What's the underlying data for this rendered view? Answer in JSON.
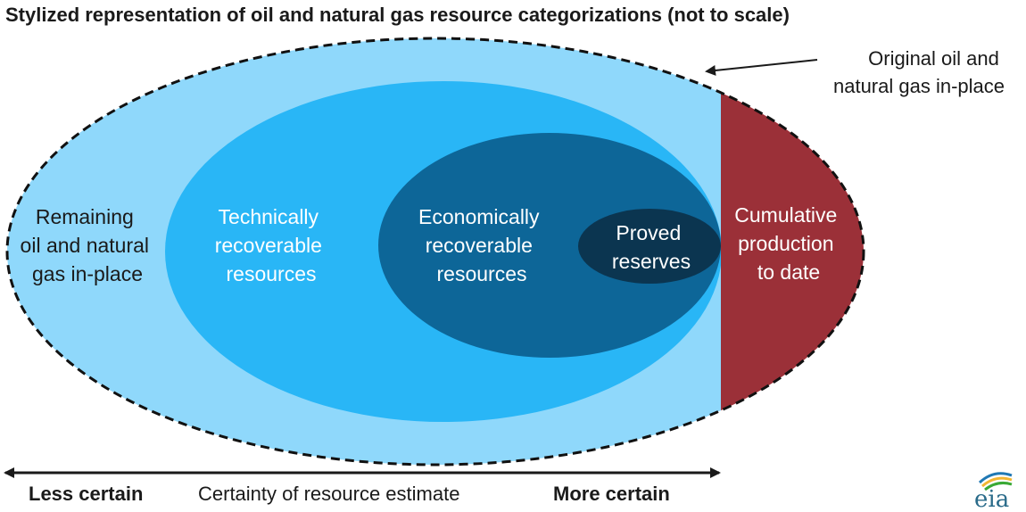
{
  "title": "Stylized representation of oil and natural gas resource categorizations (not to scale)",
  "regions": {
    "remaining": {
      "lines": [
        "Remaining",
        "oil and natural",
        "gas in-place"
      ],
      "fill": "#8fd8fb",
      "text_color": "#1a1a1a"
    },
    "technically_recoverable": {
      "lines": [
        "Technically",
        "recoverable",
        "resources"
      ],
      "fill": "#29b6f6",
      "text_color": "#ffffff"
    },
    "economically_recoverable": {
      "lines": [
        "Economically",
        "recoverable",
        "resources"
      ],
      "fill": "#0d6698",
      "text_color": "#ffffff"
    },
    "proved_reserves": {
      "lines": [
        "Proved",
        "reserves"
      ],
      "fill": "#0b3550",
      "text_color": "#ffffff"
    },
    "cumulative_production": {
      "lines": [
        "Cumulative",
        "production",
        "to date"
      ],
      "fill": "#9b3038",
      "text_color": "#ffffff"
    }
  },
  "annotation": {
    "lines": [
      "Original oil and",
      "natural gas in-place"
    ]
  },
  "certainty_axis": {
    "left_label": "Less certain",
    "center_label": "Certainty of resource estimate",
    "right_label": "More certain"
  },
  "logo": {
    "text": "eia",
    "colors": [
      "#1f78b4",
      "#f2b632",
      "#3aa935"
    ]
  }
}
